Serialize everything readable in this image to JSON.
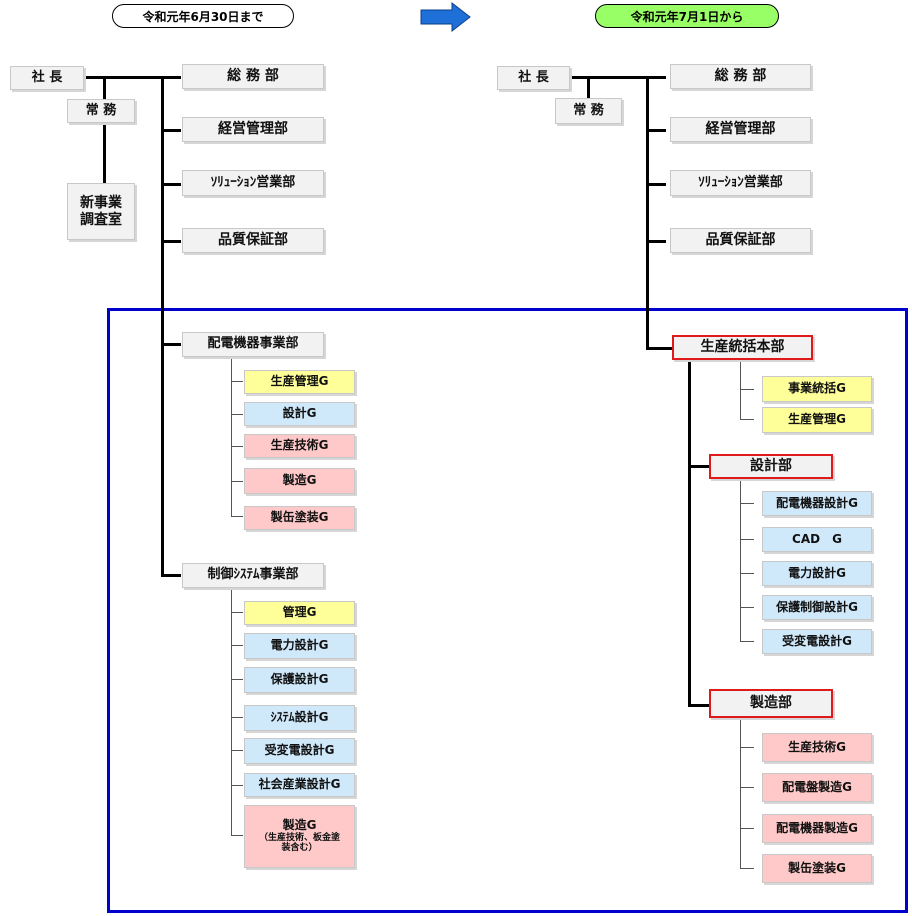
{
  "header": {
    "before_label": "令和元年6月30日まで",
    "after_label": "令和元年7月1日から",
    "arrow_icon": "right-arrow-icon",
    "colors": {
      "arrow": "#1e6fd8",
      "after_pill": "#99ff66",
      "change_frame": "#0000cc",
      "new_unit_border": "#e01a1a"
    }
  },
  "before": {
    "president": "社 長",
    "executive": "常 務",
    "new_business_office": "新事業調査室",
    "departments": [
      "総 務 部",
      "経営管理部",
      "ｿﾘｭｰｼｮﾝ営業部",
      "品質保証部"
    ],
    "division1": {
      "name": "配電機器事業部",
      "groups": [
        "生産管理G",
        "設計G",
        "生産技術G",
        "製造G",
        "製缶塗装G"
      ]
    },
    "division2": {
      "name": "制御ｼｽﾃﾑ事業部",
      "groups": [
        "管理G",
        "電力設計G",
        "保護設計G",
        "ｼｽﾃﾑ設計G",
        "受変電設計G",
        "社会産業設計G"
      ],
      "last_group": {
        "name": "製造G",
        "note": "（生産技術、板金塗装含む）"
      }
    }
  },
  "after": {
    "president": "社 長",
    "executive": "常 務",
    "departments": [
      "総 務 部",
      "経営管理部",
      "ｿﾘｭｰｼｮﾝ営業部",
      "品質保証部"
    ],
    "production_hq": {
      "name": "生産統括本部",
      "groups": [
        "事業統括G",
        "生産管理G"
      ]
    },
    "design_dept": {
      "name": "設計部",
      "groups": [
        "配電機器設計G",
        "CAD　G",
        "電力設計G",
        "保護制御設計G",
        "受変電設計G"
      ]
    },
    "manufacturing_dept": {
      "name": "製造部",
      "groups": [
        "生産技術G",
        "配電盤製造G",
        "配電機器製造G",
        "製缶塗装G"
      ]
    }
  }
}
